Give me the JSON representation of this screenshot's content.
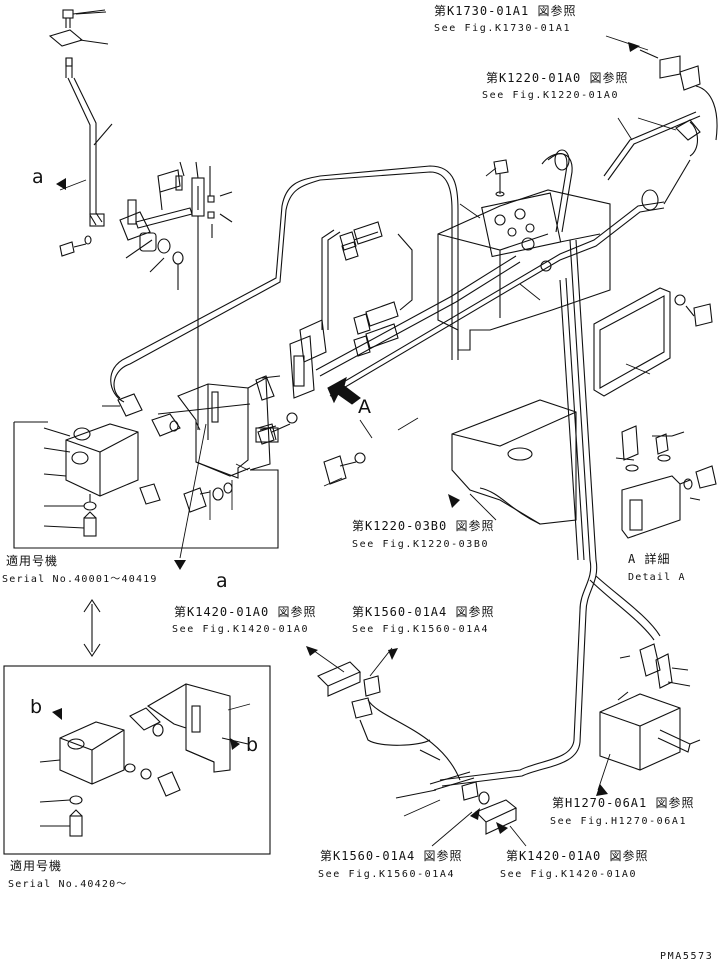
{
  "refs": {
    "k1730_jp": "第K1730-01A1 図参照",
    "k1730_en": "See Fig.K1730-01A1",
    "k1220a0_jp": "第K1220-01A0 図参照",
    "k1220a0_en": "See Fig.K1220-01A0",
    "k1220b0_jp": "第K1220-03B0 図参照",
    "k1220b0_en": "See Fig.K1220-03B0",
    "k1420_jp": "第K1420-01A0 図参照",
    "k1420_en": "See Fig.K1420-01A0",
    "k1560_jp": "第K1560-01A4 図参照",
    "k1560_en": "See Fig.K1560-01A4",
    "h1270_jp": "第H1270-06A1 図参照",
    "h1270_en": "See Fig.H1270-06A1",
    "k1560b_jp": "第K1560-01A4 図参照",
    "k1560b_en": "See Fig.K1560-01A4",
    "k1420b_jp": "第K1420-01A0 図参照",
    "k1420b_en": "See Fig.K1420-01A0"
  },
  "serials": {
    "box1_jp": "適用号機",
    "box1_en": "Serial No.40001～40419",
    "box2_jp": "適用号機",
    "box2_en": "Serial No.40420～"
  },
  "letters": {
    "a_top": "a",
    "a_bottom": "a",
    "b_left": "b",
    "b_right": "b",
    "view_A": "A"
  },
  "detail": {
    "jp": "A 詳細",
    "en": "Detail A"
  },
  "page_code": "PMA5573"
}
